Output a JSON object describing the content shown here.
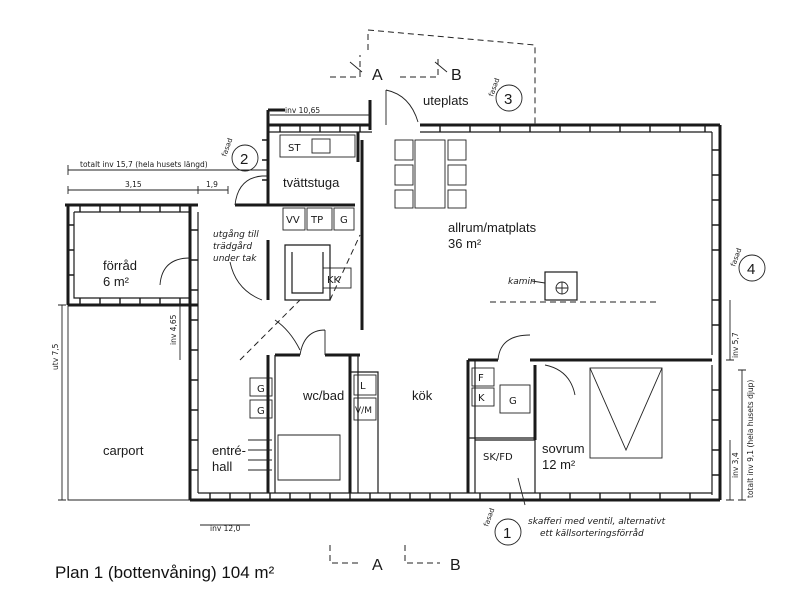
{
  "plan_title": "Plan 1 (bottenvåning) 104 m²",
  "sections": {
    "a": "A",
    "b": "B"
  },
  "facades": [
    {
      "label": "fasad",
      "number": "1"
    },
    {
      "label": "fasad",
      "number": "2"
    },
    {
      "label": "fasad",
      "number": "3"
    },
    {
      "label": "fasad",
      "number": "4"
    }
  ],
  "rooms": {
    "uteplats": "uteplats",
    "tvattstuga": "tvättstuga",
    "allrum_name": "allrum/matplats",
    "allrum_area": "36 m²",
    "forrad_name": "förråd",
    "forrad_area": "6 m²",
    "carport": "carport",
    "wcbad": "wc/bad",
    "kok": "kök",
    "sovrum_name": "sovrum",
    "sovrum_area": "12 m²",
    "entre": "entré-",
    "hall": "hall"
  },
  "annotations": {
    "utgang1": "utgång till",
    "utgang2": "trädgård",
    "utgang3": "under tak",
    "kamin": "kamin",
    "skafferi1": "skafferi med ventil, alternativt",
    "skafferi2": "ett källsorteringsförråd"
  },
  "fixtures": {
    "st": "ST",
    "vv": "VV",
    "tp": "TP",
    "g": "G",
    "kk": "KK",
    "l": "L",
    "vm": "V/M",
    "f": "F",
    "k": "K",
    "skfd": "SK/FD"
  },
  "dimensions": {
    "inv_top": "inv 10,65",
    "totalt_top": "totalt inv 15,7 (hela husets längd)",
    "d315": "3,15",
    "d19": "1,9",
    "utv75": "utv 7,5",
    "inv465": "inv 4,65",
    "inv57": "inv 5,7",
    "inv34": "inv 3,4",
    "totalt_side": "totalt inv 9,1 (hela husets djup)",
    "inv12": "inv 12,0"
  }
}
